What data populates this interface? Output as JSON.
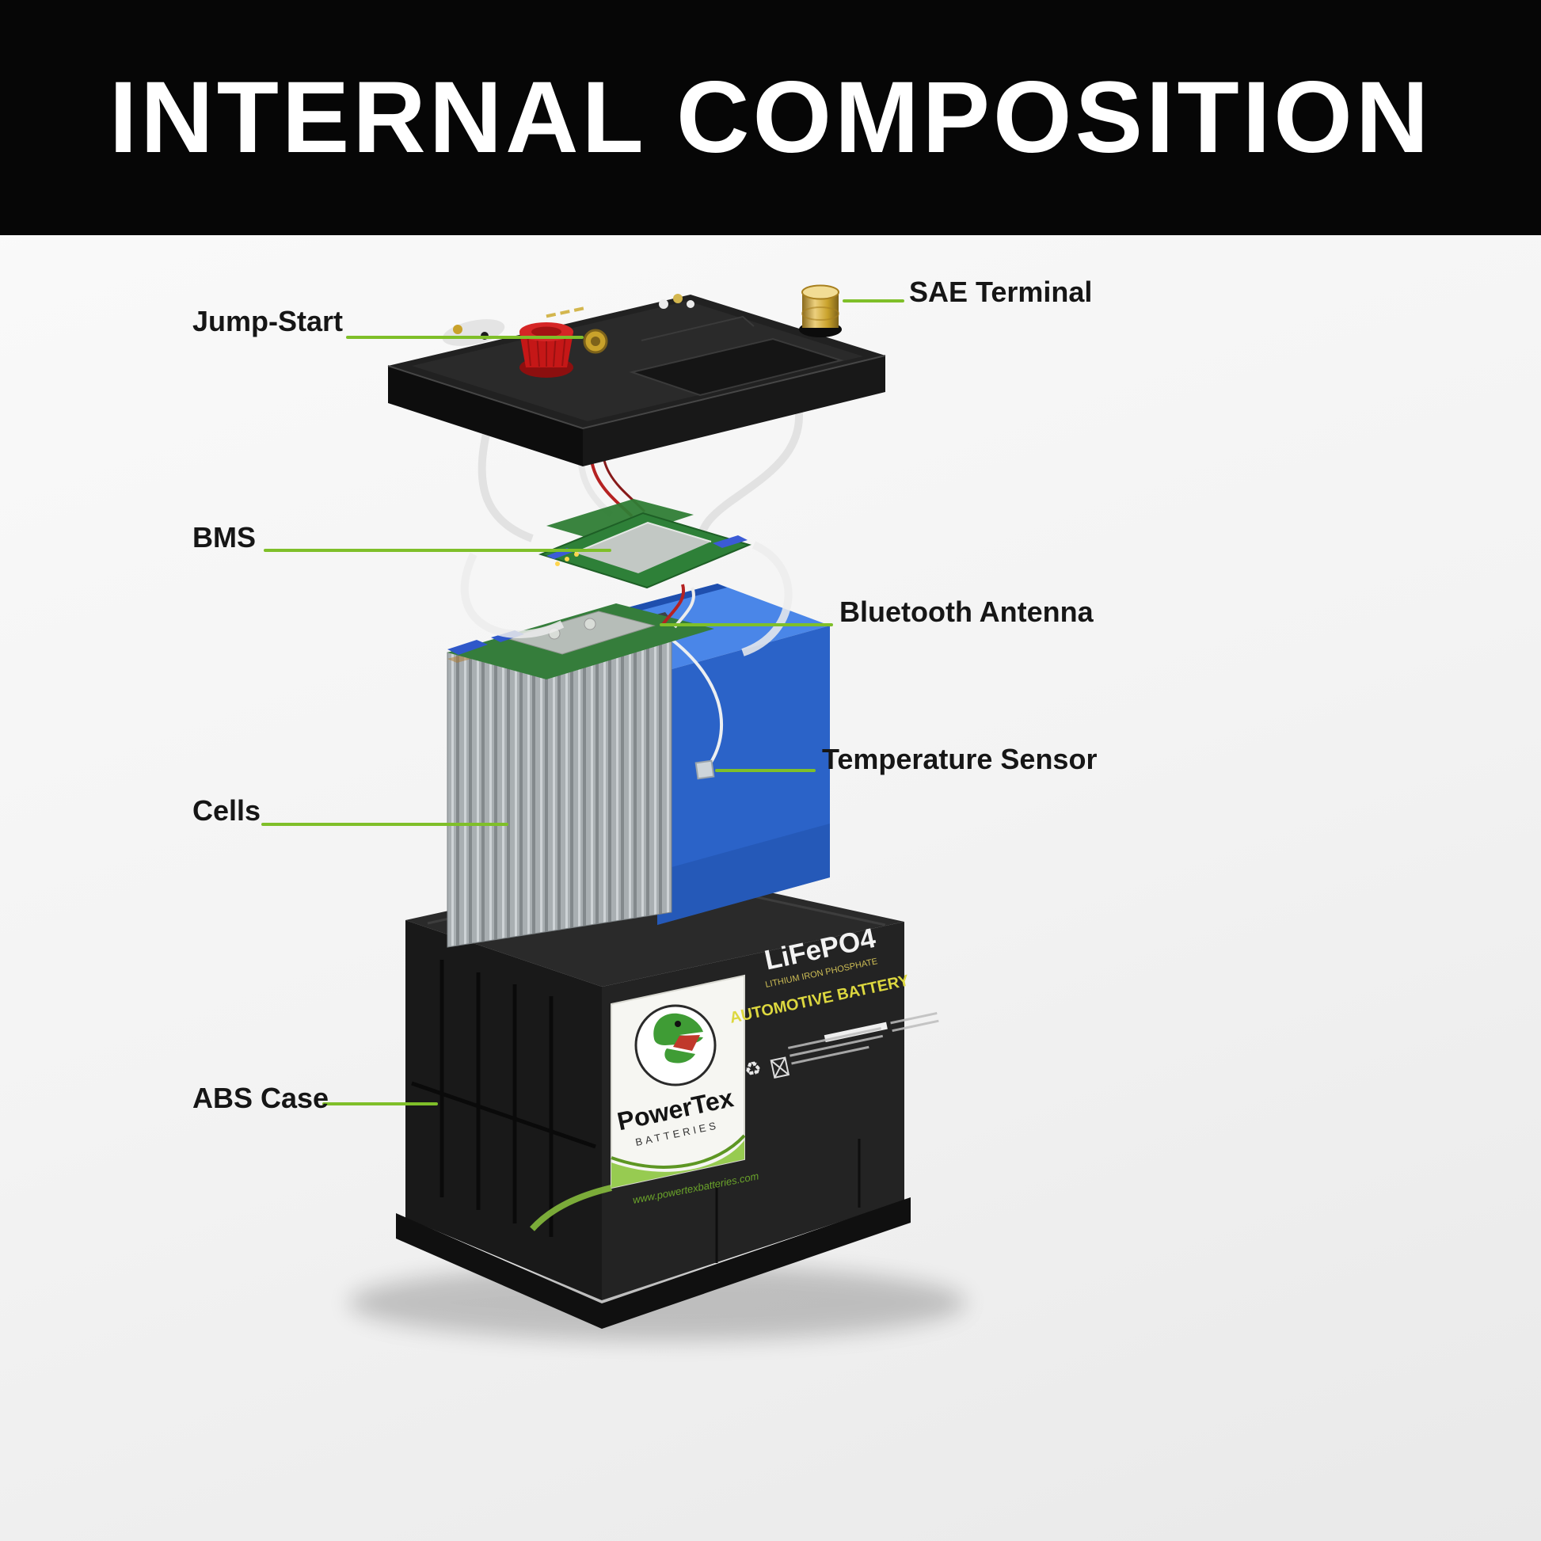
{
  "header": {
    "title": "INTERNAL COMPOSITION"
  },
  "labels": {
    "jump_start": "Jump-Start",
    "sae_terminal": "SAE Terminal",
    "bms": "BMS",
    "bluetooth_antenna": "Bluetooth Antenna",
    "temperature_sensor": "Temperature Sensor",
    "cells": "Cells",
    "abs_case": "ABS Case"
  },
  "battery_label": {
    "brand": "PowerTex",
    "brand_sub": "BATTERIES",
    "chemistry": "LiFePO4",
    "chemistry_sub": "LITHIUM IRON PHOSPHATE",
    "type": "AUTOMOTIVE BATTERY",
    "website": "www.powertexbatteries.com"
  },
  "icons": {
    "recycle": "♻"
  },
  "colors": {
    "leader_line": "#7fbf29",
    "accent_green": "#8dc63f",
    "pack_blue": "#2f6fd8",
    "knob_red": "#c51717",
    "terminal_brass": "#c9a22b",
    "header_bg": "#060606"
  }
}
